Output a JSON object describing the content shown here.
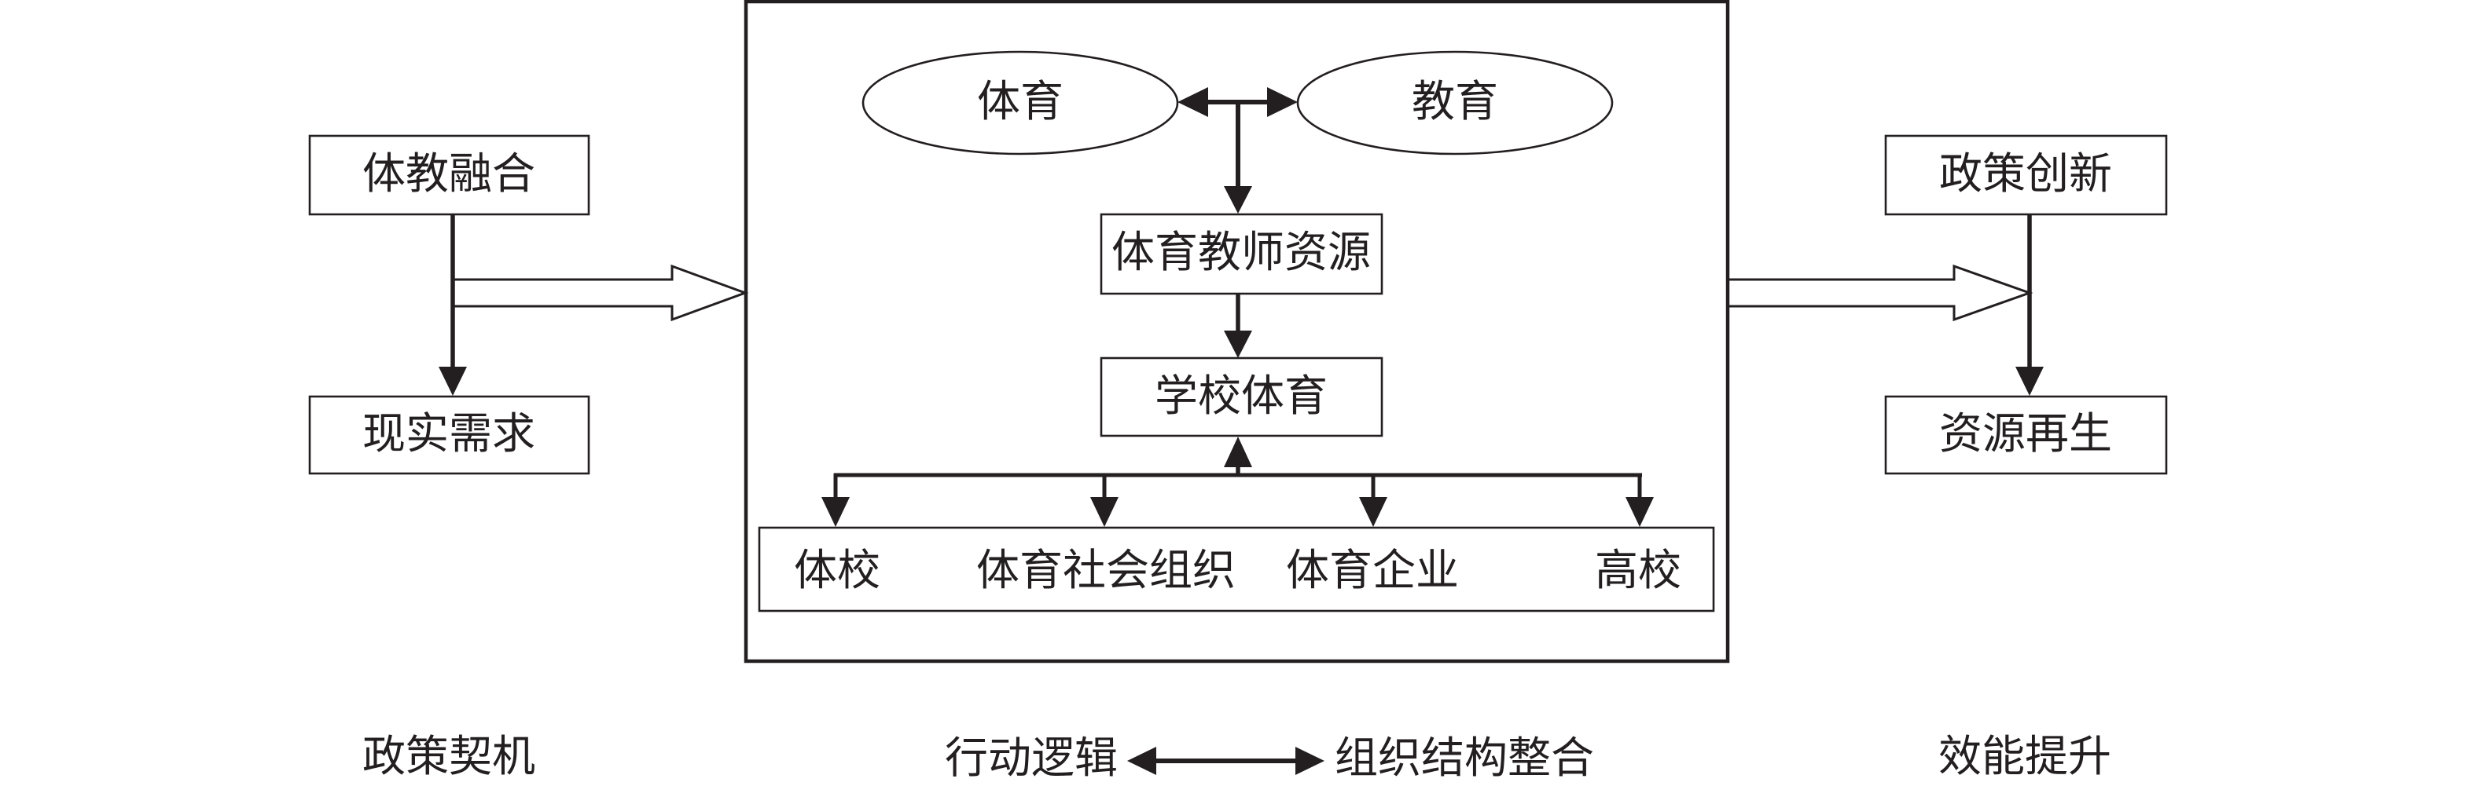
{
  "colors": {
    "ink": "#231f20",
    "background": "#ffffff"
  },
  "left_panel": {
    "caption": "政策契机",
    "top_box": "体教融合",
    "bottom_box": "现实需求"
  },
  "center_panel": {
    "caption_left": "行动逻辑",
    "caption_right": "组织结构整合",
    "ellipse_left": "体育",
    "ellipse_right": "教育",
    "box_resource": "体育教师资源",
    "box_school": "学校体育",
    "entities": [
      "体校",
      "体育社会组织",
      "体育企业",
      "高校"
    ]
  },
  "right_panel": {
    "caption": "效能提升",
    "top_box": "政策创新",
    "bottom_box": "资源再生"
  }
}
